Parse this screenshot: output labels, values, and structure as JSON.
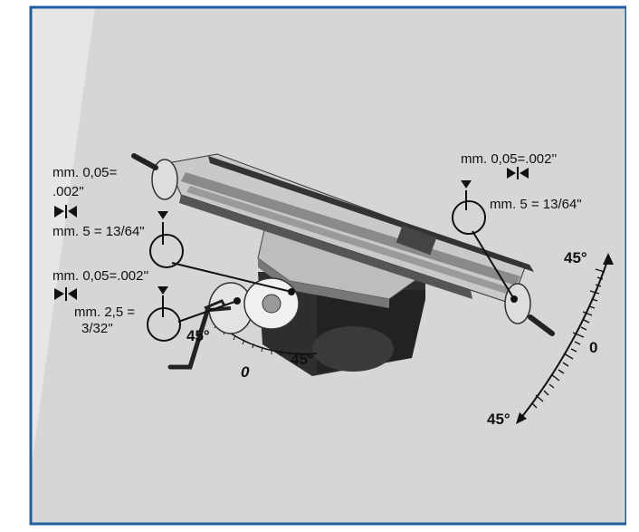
{
  "colors": {
    "border": "#1d5fa0",
    "panel": "#d6d6d6",
    "background_light": "#e6e6e6",
    "ink": "#111111"
  },
  "labels": {
    "top_right_tolerance": "mm. 0,05=.002''",
    "top_right_step": "mm. 5 = 13/64\"",
    "top_left_tolerance_a": "mm. 0,05=",
    "top_left_tolerance_b": ".002''",
    "top_left_step": "mm. 5 = 13/64\"",
    "mid_left_tolerance": "mm. 0,05=.002''",
    "mid_left_step_a": "mm. 2,5 =",
    "mid_left_step_b": "3/32''",
    "angle_base_left": "45°",
    "angle_base_right": "45°",
    "angle_base_zero": "0",
    "scale_top": "45°",
    "scale_zero": "0",
    "scale_bottom": "45°"
  }
}
